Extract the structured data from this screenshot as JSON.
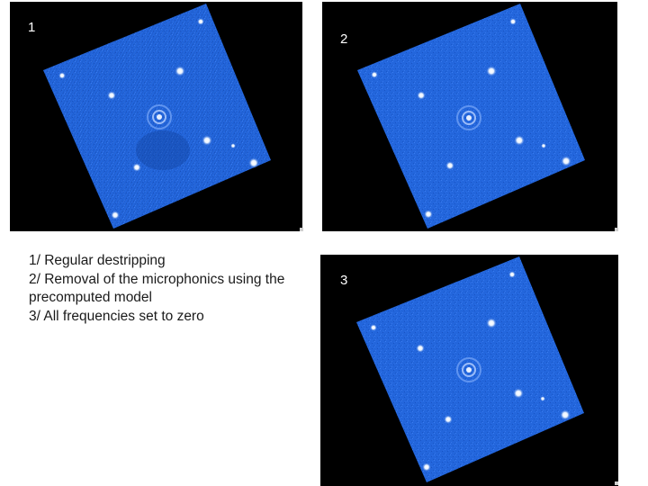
{
  "panels": [
    {
      "label": "1"
    },
    {
      "label": "2"
    },
    {
      "label": "3"
    }
  ],
  "caption": {
    "line1": "1/ Regular destripping",
    "line2": "2/ Removal of the microphonics using the",
    "line3": "precomputed model",
    "line4": "3/ All frequencies set to zero"
  },
  "colors": {
    "background": "#000000",
    "sky": "#1f62d8",
    "star": "#ffffff",
    "text": "#1a1a1a"
  }
}
